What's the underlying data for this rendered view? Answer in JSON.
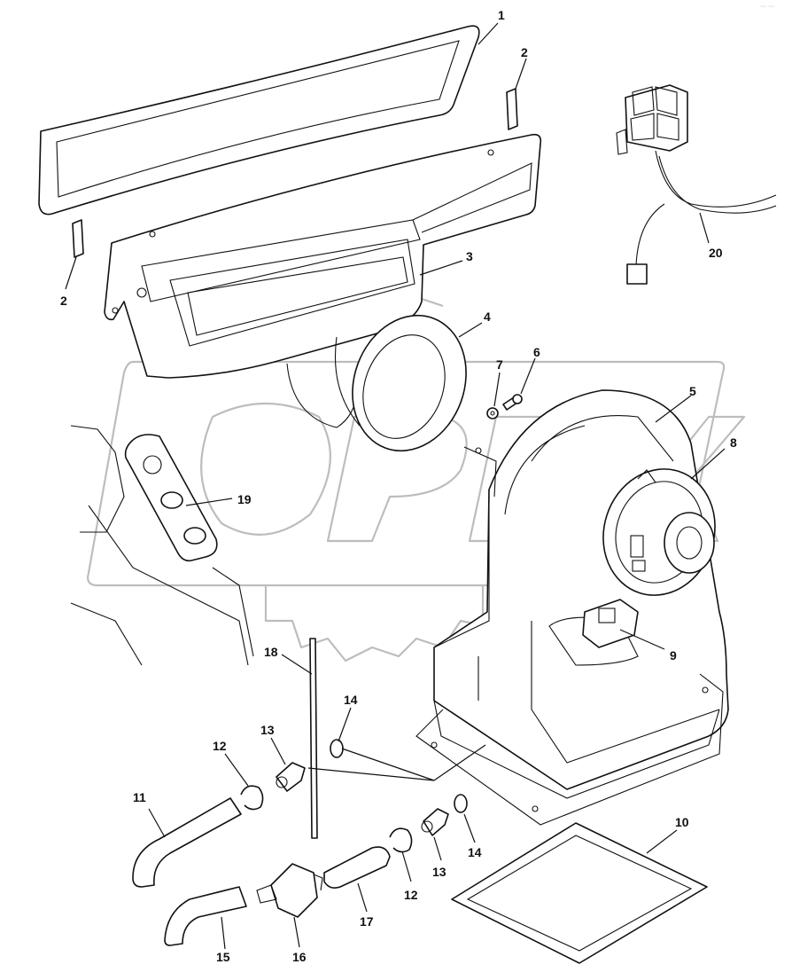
{
  "diagram": {
    "corner_mark": "··· ···",
    "watermark": "OPEX",
    "callouts": [
      {
        "id": "c1",
        "label": "1"
      },
      {
        "id": "c2a",
        "label": "2"
      },
      {
        "id": "c2b",
        "label": "2"
      },
      {
        "id": "c3",
        "label": "3"
      },
      {
        "id": "c4",
        "label": "4"
      },
      {
        "id": "c5",
        "label": "5"
      },
      {
        "id": "c6",
        "label": "6"
      },
      {
        "id": "c7",
        "label": "7"
      },
      {
        "id": "c8",
        "label": "8"
      },
      {
        "id": "c9",
        "label": "9"
      },
      {
        "id": "c10",
        "label": "10"
      },
      {
        "id": "c11",
        "label": "11"
      },
      {
        "id": "c12a",
        "label": "12"
      },
      {
        "id": "c12b",
        "label": "12"
      },
      {
        "id": "c13a",
        "label": "13"
      },
      {
        "id": "c13b",
        "label": "13"
      },
      {
        "id": "c14a",
        "label": "14"
      },
      {
        "id": "c14b",
        "label": "14"
      },
      {
        "id": "c15",
        "label": "15"
      },
      {
        "id": "c16",
        "label": "16"
      },
      {
        "id": "c17",
        "label": "17"
      },
      {
        "id": "c18",
        "label": "18"
      },
      {
        "id": "c19",
        "label": "19"
      },
      {
        "id": "c20",
        "label": "20"
      }
    ]
  }
}
